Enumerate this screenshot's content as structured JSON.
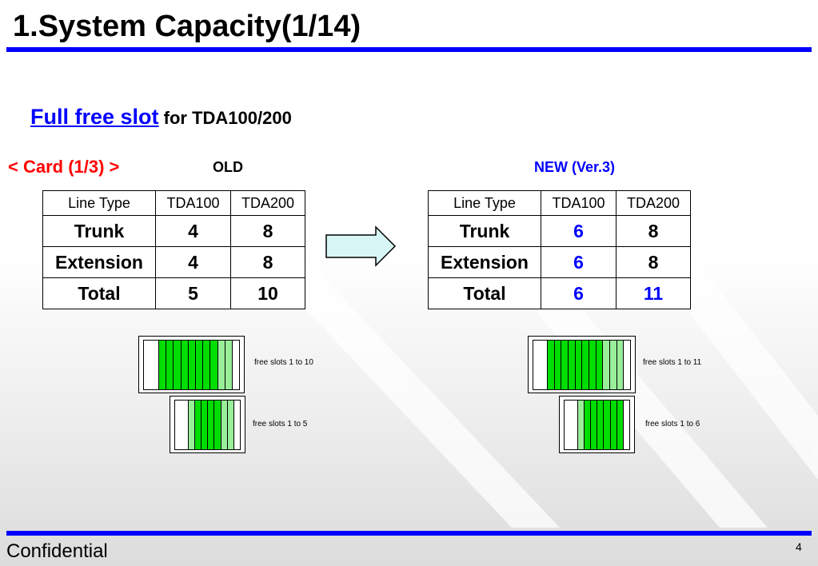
{
  "slide": {
    "title": "1.System Capacity(1/14)",
    "subtitle_link": "Full free slot",
    "subtitle_rest": " for TDA100/200",
    "card_label": "< Card (1/3) >",
    "old_label": "OLD",
    "new_label": "NEW (Ver.3)",
    "footer": "Confidential",
    "page_number": "4"
  },
  "old_table": {
    "headers": [
      "Line Type",
      "TDA100",
      "TDA200"
    ],
    "rows": [
      [
        "Trunk",
        "4",
        "8"
      ],
      [
        "Extension",
        "4",
        "8"
      ],
      [
        "Total",
        "5",
        "10"
      ]
    ]
  },
  "new_table": {
    "headers": [
      "Line Type",
      "TDA100",
      "TDA200"
    ],
    "rows": [
      [
        "Trunk",
        "6",
        "8"
      ],
      [
        "Extension",
        "6",
        "8"
      ],
      [
        "Total",
        "6",
        "11"
      ]
    ]
  },
  "cabinets": {
    "old_large_label": "free slots 1 to 10",
    "old_small_label": "free slots 1 to 5",
    "new_large_label": "free slots 1 to 11",
    "new_small_label": "free slots 1 to 6",
    "old_large_slots": [
      "white",
      "green",
      "green",
      "green",
      "green",
      "green",
      "green",
      "green",
      "green",
      "lgreen",
      "lgreen",
      "white"
    ],
    "old_small_slots": [
      "white",
      "lgreen",
      "green",
      "green",
      "green",
      "green",
      "lgreen",
      "lgreen",
      "white"
    ],
    "new_large_slots": [
      "white",
      "green",
      "green",
      "green",
      "green",
      "green",
      "green",
      "green",
      "green",
      "lgreen",
      "lgreen",
      "lgreen",
      "white"
    ],
    "new_small_slots": [
      "white",
      "lgreen",
      "green",
      "green",
      "green",
      "green",
      "green",
      "green",
      "white"
    ]
  },
  "colors": {
    "accent_blue": "#0000ff",
    "accent_red": "#ff0000",
    "slot_green": "#00dd00",
    "slot_light_green": "#99ee99",
    "arrow_fill": "#d8f6f6"
  },
  "icons": {
    "arrow": "right-arrow-icon"
  }
}
